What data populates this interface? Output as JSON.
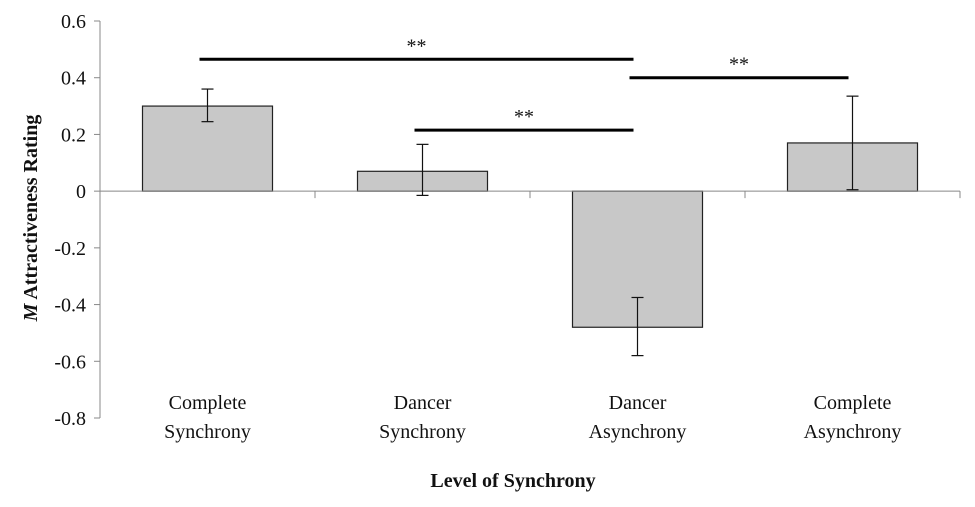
{
  "chart_data": {
    "type": "bar",
    "title": "",
    "xlabel": "Level of Synchrony",
    "ylabel_prefix": "M",
    "ylabel_rest": " Attractiveness Rating",
    "ylim": [
      -0.8,
      0.6
    ],
    "yticks": [
      -0.8,
      -0.6,
      -0.4,
      -0.2,
      0,
      0.2,
      0.4,
      0.6
    ],
    "ytick_labels": [
      "-0.8",
      "-0.6",
      "-0.4",
      "-0.2",
      "0",
      "0.2",
      "0.4",
      "0.6"
    ],
    "grid": false,
    "bar_color": "#c8c8c8",
    "categories": [
      [
        "Complete",
        "Synchrony"
      ],
      [
        "Dancer",
        "Synchrony"
      ],
      [
        "Dancer",
        "Asynchrony"
      ],
      [
        "Complete",
        "Asynchrony"
      ]
    ],
    "values": [
      0.3,
      0.07,
      -0.48,
      0.17
    ],
    "error_low": [
      0.245,
      -0.015,
      -0.58,
      0.005
    ],
    "error_high": [
      0.36,
      0.165,
      -0.375,
      0.335
    ],
    "significance": [
      {
        "from": 0,
        "to": 2,
        "label": "**",
        "y": 0.465
      },
      {
        "from": 1,
        "to": 2,
        "label": "**",
        "y": 0.215
      },
      {
        "from": 2,
        "to": 3,
        "label": "**",
        "y": 0.4
      }
    ]
  }
}
